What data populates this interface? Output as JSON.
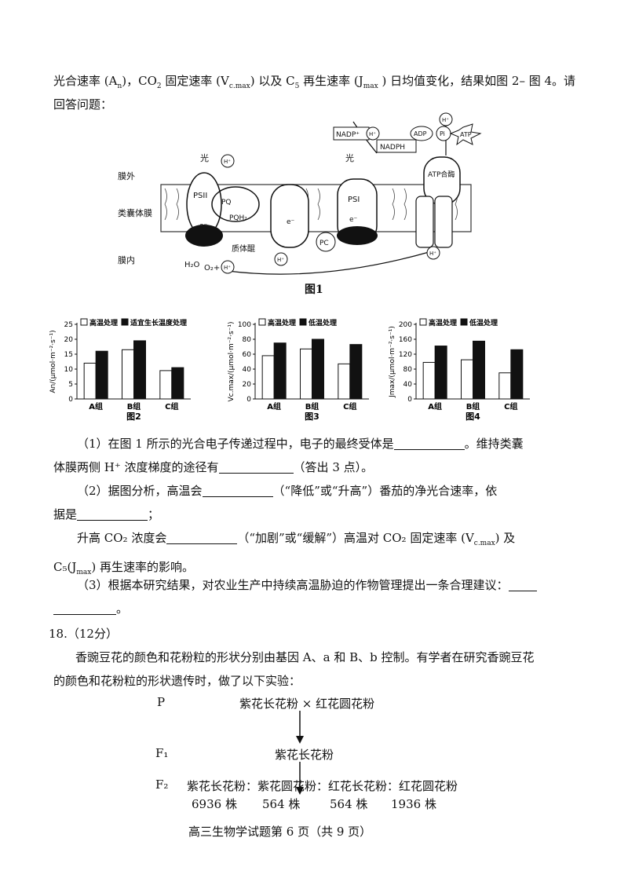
{
  "intro": {
    "line1": "光合速率 (A",
    "line1_sub": "n",
    "line1_b": ")，CO",
    "line1_sub2": "2",
    "line1_c": " 固定速率 (V",
    "line1_sub3": "c.max",
    "line1_d": ") 以及 C",
    "line1_sub4": "5",
    "line1_e": " 再生速率 (J",
    "line1_sub5": "max",
    "line1_f": " ) 日均值变化，结果如图 2– 图 4。请",
    "line2": "回答问题："
  },
  "figure1": {
    "caption": "图1",
    "labels": {
      "outer": "膜外",
      "thylakoid": "类囊体膜",
      "inner": "膜内",
      "light1": "光",
      "light2": "光",
      "psii": "PSII",
      "psi": "PSI",
      "pq": "PQ",
      "pqh2": "PQH₂",
      "plastoquinone": "质体醌",
      "pc": "PC",
      "e1": "e⁻",
      "e2": "e⁻",
      "e3": "e⁻",
      "h_top1": "H⁺",
      "h_top2": "H⁺",
      "h_mid": "H⁺",
      "h_right": "H⁺",
      "h_bottom": "H⁺",
      "h2o": "H₂O",
      "o2": "O₂+",
      "nadp": "NADP⁺",
      "nadph": "NADPH",
      "adp": "ADP",
      "pi": "Pi",
      "atp": "ATP",
      "atp_synthase": "ATP合酶",
      "plus": "+"
    }
  },
  "chart_data": [
    {
      "type": "bar",
      "title": "图2",
      "ylabel": "An/(μmol·m⁻²·s⁻¹)",
      "categories": [
        "A组",
        "B组",
        "C组"
      ],
      "ylim": [
        0,
        25
      ],
      "yticks": [
        0,
        5,
        10,
        15,
        20,
        25
      ],
      "series": [
        {
          "name": "高温处理",
          "values": [
            12,
            16.5,
            9.5
          ],
          "color": "#ffffff"
        },
        {
          "name": "适宜生长温度处理",
          "values": [
            16,
            19.5,
            10.5
          ],
          "color": "#111111"
        }
      ]
    },
    {
      "type": "bar",
      "title": "图3",
      "ylabel": "Vc.max/(μmol·m⁻²·s⁻¹)",
      "categories": [
        "A组",
        "B组",
        "C组"
      ],
      "ylim": [
        0,
        100
      ],
      "yticks": [
        0,
        20,
        40,
        60,
        80,
        100
      ],
      "series": [
        {
          "name": "高温处理",
          "values": [
            58,
            67,
            47
          ],
          "color": "#ffffff"
        },
        {
          "name": "低温处理",
          "values": [
            75,
            80,
            73
          ],
          "color": "#111111"
        }
      ]
    },
    {
      "type": "bar",
      "title": "图4",
      "ylabel": "Jmax/(μmol·m⁻²·s⁻¹)",
      "categories": [
        "A组",
        "B组",
        "C组"
      ],
      "ylim": [
        0,
        200
      ],
      "yticks": [
        0,
        40,
        80,
        120,
        160,
        200
      ],
      "series": [
        {
          "name": "高温处理",
          "values": [
            98,
            105,
            70
          ],
          "color": "#ffffff"
        },
        {
          "name": "低温处理",
          "values": [
            142,
            155,
            132
          ],
          "color": "#111111"
        }
      ]
    }
  ],
  "questions": {
    "q1a": "（1）在图 1 所示的光合电子传递过程中，电子的最终受体是",
    "q1b": "。维持类囊",
    "q1c": "体膜两侧 H⁺ 浓度梯度的途径有",
    "q1d": "（答出 3 点）。",
    "q2a": "（2）据图分析，高温会",
    "q2b": "（“降低”或“升高”）番茄的净光合速率，依",
    "q2c": "据是",
    "q2d": "；",
    "q2e": "升高 CO₂ 浓度会",
    "q2f": "（“加剧”或“缓解”）高温对 CO₂ 固定速率 (V",
    "q2f_sub": "c.max",
    "q2g": ") 及",
    "q2h": "C₅(J",
    "q2h_sub": "max",
    "q2i": ") 再生速率的影响。",
    "q3a": "（3）根据本研究结果，对农业生产中持续高温胁迫的作物管理提出一条合理建议：",
    "q3b": "。"
  },
  "q18": {
    "header": "18.（12分）",
    "p1": "香豌豆花的颜色和花粉粒的形状分别由基因 A、a 和 B、b 控制。有学者在研究香豌豆花",
    "p2": "的颜色和花粉粒的形状遗传时，做了以下实验："
  },
  "cross": {
    "p_label": "P",
    "p_text": "紫花长花粉 × 红花圆花粉",
    "f1_label": "F₁",
    "f1_text": "紫花长花粉",
    "f2_label": "F₂",
    "f2_text": "紫花长花粉：紫花圆花粉：红花长花粉：红花圆花粉",
    "counts": [
      "6936 株",
      "564 株",
      "564 株",
      "1936 株"
    ]
  },
  "footer": "高三生物学试题第 6 页（共 9 页）"
}
